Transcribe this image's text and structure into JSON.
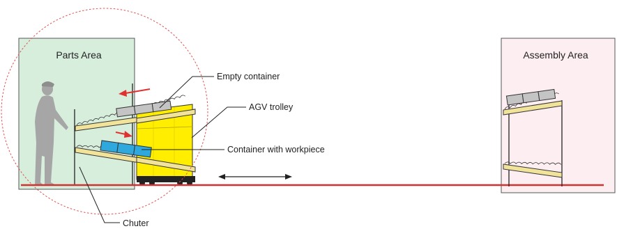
{
  "areas": {
    "parts": {
      "title": "Parts Area",
      "fill": "#d7eedd"
    },
    "assembly": {
      "title": "Assembly Area",
      "fill": "#fdeef2"
    }
  },
  "labels": {
    "empty_container": "Empty container",
    "agv_trolley": "AGV trolley",
    "container_with_workpiece": "Container with workpiece",
    "chuter": "Chuter"
  },
  "colors": {
    "floor_line": "#cc3333",
    "agv_body": "#ffee00",
    "roller_track": "#f1e49a",
    "workpiece_container": "#2fa8de",
    "empty_container": "#c4c4c4",
    "flow_arrow": "#e03030",
    "dashed_circle": "#e05050",
    "worker": "#a6a6a6"
  },
  "icons": {
    "worker": "person-silhouette-icon",
    "travel": "double-headed-arrow-icon"
  }
}
